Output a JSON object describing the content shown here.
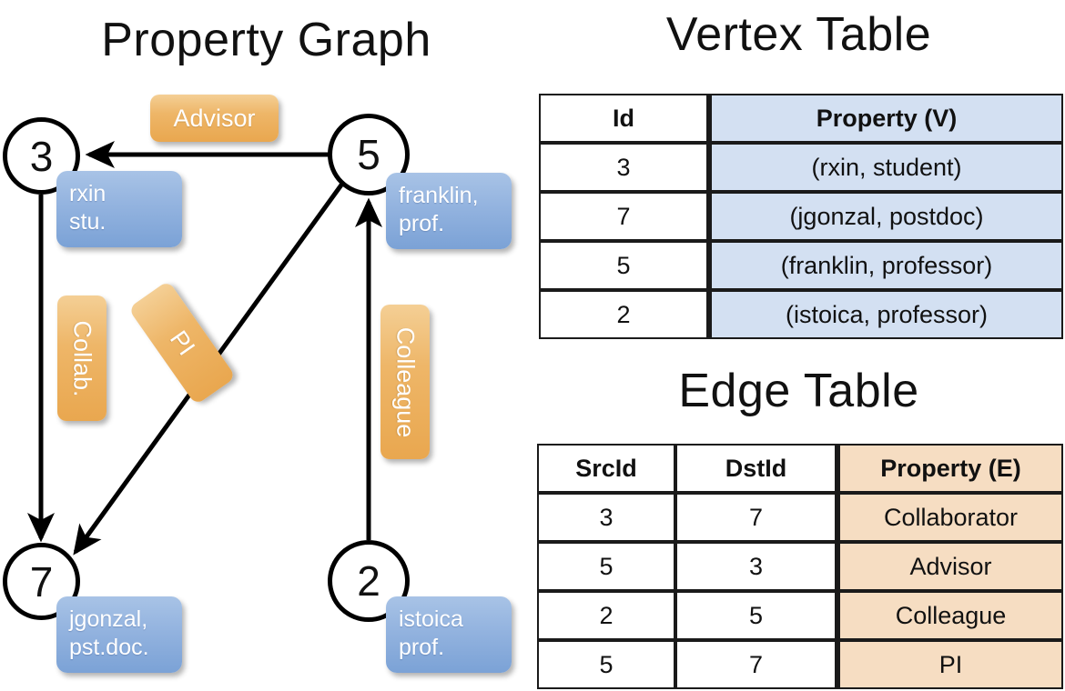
{
  "titles": {
    "property_graph": "Property Graph",
    "vertex_table": "Vertex Table",
    "edge_table": "Edge Table"
  },
  "graph": {
    "nodes": [
      {
        "id": "3",
        "property": "rxin\nstu."
      },
      {
        "id": "5",
        "property": "franklin,\nprof."
      },
      {
        "id": "7",
        "property": "jgonzal,\npst.doc."
      },
      {
        "id": "2",
        "property": "istoica\nprof."
      }
    ],
    "node_labels": {
      "n3": "3",
      "n5": "5",
      "n7": "7",
      "n2": "2"
    },
    "property_boxes": {
      "rxin_line1": "rxin",
      "rxin_line2": "stu.",
      "franklin_line1": "franklin,",
      "franklin_line2": "prof.",
      "jgonzal_line1": "jgonzal,",
      "jgonzal_line2": "pst.doc.",
      "istoica_line1": "istoica",
      "istoica_line2": "prof."
    },
    "edge_labels": {
      "advisor": "Advisor",
      "collab": "Collab.",
      "pi": "PI",
      "colleague": "Colleague"
    },
    "edges": [
      {
        "from": "5",
        "to": "3",
        "label": "Advisor"
      },
      {
        "from": "3",
        "to": "7",
        "label": "Collab."
      },
      {
        "from": "5",
        "to": "7",
        "label": "PI"
      },
      {
        "from": "2",
        "to": "5",
        "label": "Colleague"
      }
    ]
  },
  "vertex_table": {
    "headers": [
      "Id",
      "Property (V)"
    ],
    "rows": [
      {
        "id": "3",
        "property": "(rxin, student)"
      },
      {
        "id": "7",
        "property": "(jgonzal, postdoc)"
      },
      {
        "id": "5",
        "property": "(franklin, professor)"
      },
      {
        "id": "2",
        "property": "(istoica, professor)"
      }
    ]
  },
  "edge_table": {
    "headers": [
      "SrcId",
      "DstId",
      "Property (E)"
    ],
    "rows": [
      {
        "src": "3",
        "dst": "7",
        "property": "Collaborator"
      },
      {
        "src": "5",
        "dst": "3",
        "property": "Advisor"
      },
      {
        "src": "2",
        "dst": "5",
        "property": "Colleague"
      },
      {
        "src": "5",
        "dst": "7",
        "property": "PI"
      }
    ]
  },
  "colors": {
    "vertex_property_fill": "#d3e0f2",
    "edge_property_fill": "#f6ddc2",
    "node_box_blue": "#7ba2d6",
    "edge_label_orange": "#e9a74f",
    "stroke": "#000000"
  }
}
